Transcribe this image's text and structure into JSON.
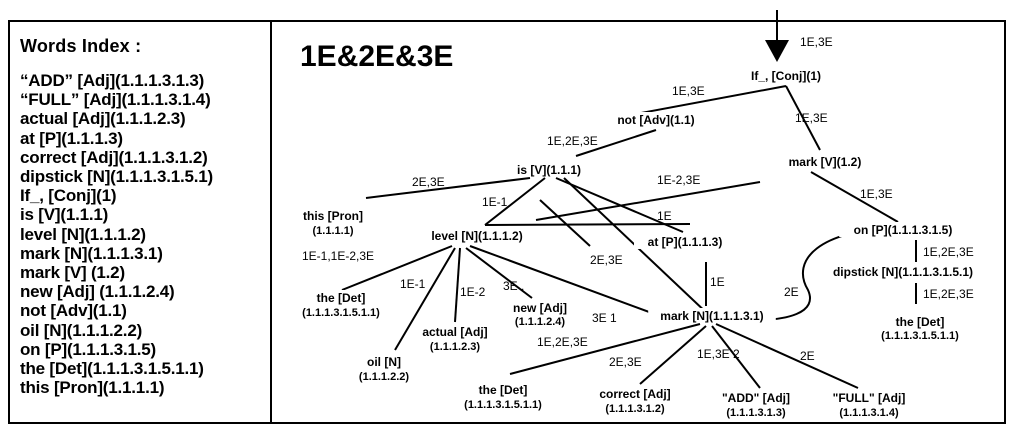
{
  "words_index": {
    "title": "Words Index :",
    "entries": [
      "“ADD”  [Adj](1.1.1.3.1.3)",
      "“FULL”  [Adj](1.1.1.3.1.4)",
      "actual [Adj](1.1.1.2.3)",
      "at [P](1.1.1.3)",
      "correct [Adj](1.1.1.3.1.2)",
      "dipstick [N](1.1.1.3.1.5.1)",
      "If_, [Conj](1)",
      "is [V](1.1.1)",
      "level [N](1.1.1.2)",
      "mark [N](1.1.1.3.1)",
      "mark [V] (1.2)",
      "new [Adj] (1.1.1.2.4)",
      "not [Adv](1.1)",
      "oil [N](1.1.1.2.2)",
      "on [P](1.1.1.3.1.5)",
      "the [Det](1.1.1.3.1.5.1.1)",
      "this [Pron](1.1.1.1)"
    ]
  },
  "tree": {
    "title": "1E&2E&3E",
    "root_arrow_label": "1E,3E",
    "nodes": [
      {
        "id": "if",
        "word": "If_, [Conj](1)",
        "addr": ""
      },
      {
        "id": "not",
        "word": "not [Adv](1.1)",
        "addr": ""
      },
      {
        "id": "markv",
        "word": "mark [V](1.2)",
        "addr": ""
      },
      {
        "id": "is",
        "word": "is [V](1.1.1)",
        "addr": ""
      },
      {
        "id": "this",
        "word": "this [Pron]",
        "addr": "(1.1.1.1)"
      },
      {
        "id": "level",
        "word": "level [N](1.1.1.2)",
        "addr": ""
      },
      {
        "id": "at",
        "word": "at [P](1.1.1.3)",
        "addr": ""
      },
      {
        "id": "on",
        "word": "on [P](1.1.1.3.1.5)",
        "addr": ""
      },
      {
        "id": "dipstick",
        "word": "dipstick [N](1.1.1.3.1.5.1)",
        "addr": ""
      },
      {
        "id": "thedet2",
        "word": "the [Det]",
        "addr": "(1.1.1.3.1.5.1.1)"
      },
      {
        "id": "thedet1",
        "word": "the [Det]",
        "addr": "(1.1.1.3.1.5.1.1)"
      },
      {
        "id": "oil",
        "word": "oil [N]",
        "addr": "(1.1.1.2.2)"
      },
      {
        "id": "actual",
        "word": "actual [Adj]",
        "addr": "(1.1.1.2.3)"
      },
      {
        "id": "new",
        "word": "new [Adj]",
        "addr": "(1.1.1.2.4)"
      },
      {
        "id": "markn",
        "word": "mark [N](1.1.1.3.1)",
        "addr": ""
      },
      {
        "id": "thedet3",
        "word": "the [Det]",
        "addr": "(1.1.1.3.1.5.1.1)"
      },
      {
        "id": "correct",
        "word": "correct [Adj]",
        "addr": "(1.1.1.3.1.2)"
      },
      {
        "id": "add",
        "word": "\"ADD\" [Adj]",
        "addr": "(1.1.1.3.1.3)"
      },
      {
        "id": "full",
        "word": "\"FULL\" [Adj]",
        "addr": "(1.1.1.3.1.4)"
      }
    ],
    "edges": [
      {
        "from": "if",
        "to": "not",
        "label": "1E,3E"
      },
      {
        "from": "if",
        "to": "markv",
        "label": "1E,3E"
      },
      {
        "from": "not",
        "to": "is",
        "label": "1E,2E,3E"
      },
      {
        "from": "is",
        "to": "this",
        "label": "2E,3E"
      },
      {
        "from": "is",
        "to": "level",
        "label": "1E-1"
      },
      {
        "from": "is",
        "to": "at",
        "label": "1E"
      },
      {
        "from": "is",
        "to": "markn",
        "label": ""
      },
      {
        "from": "markv",
        "to": "level",
        "label": "1E-2,3E"
      },
      {
        "from": "markv",
        "to": "on",
        "label": "1E,3E"
      },
      {
        "from": "on",
        "to": "dipstick",
        "label": "1E,2E,3E"
      },
      {
        "from": "dipstick",
        "to": "thedet2",
        "label": "1E,2E,3E"
      },
      {
        "from": "level",
        "to": "thedet1",
        "label": "1E-1,1E-2,3E"
      },
      {
        "from": "level",
        "to": "oil",
        "label": "1E-1"
      },
      {
        "from": "level",
        "to": "actual",
        "label": "1E-2"
      },
      {
        "from": "level",
        "to": "new",
        "label": "3E ,"
      },
      {
        "from": "level",
        "to": "markn",
        "label": "3E 1"
      },
      {
        "from": "is",
        "to": "markn_b",
        "label": "2E,3E"
      },
      {
        "from": "at",
        "to": "markn",
        "label": "1E"
      },
      {
        "from": "on",
        "to": "markn",
        "label": "2E"
      },
      {
        "from": "markn",
        "to": "thedet3",
        "label": "1E,2E,3E"
      },
      {
        "from": "markn",
        "to": "correct",
        "label": "2E,3E"
      },
      {
        "from": "markn",
        "to": "add",
        "label": "1E,3E 2"
      },
      {
        "from": "markn",
        "to": "full",
        "label": "2E"
      }
    ]
  }
}
